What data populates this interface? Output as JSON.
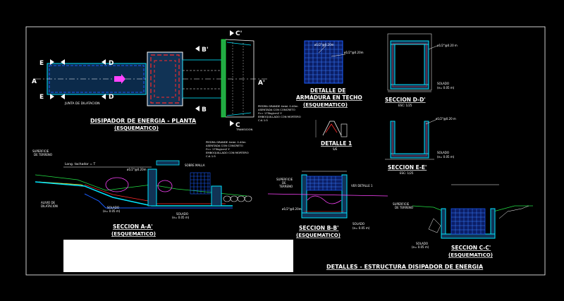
{
  "sheet": {
    "title": "DETALLES - ESTRUCTURA DISIPADOR DE ENERGIA"
  },
  "plan": {
    "title": "DISIPADOR DE ENERGIA - PLANTA",
    "subtitle": "(ESQUEMATICO)",
    "section_marks": [
      "E",
      "E",
      "D",
      "D",
      "A",
      "A'",
      "B",
      "B'",
      "C'",
      "C"
    ],
    "labels": {
      "channel": "JUNTA DE DILATACION",
      "notes": [
        "PIEDRA GRANDE 4mbl. 0.40m",
        "ASENTADA CON CONCRETO",
        "f'c= 175kg/cm2 Y",
        "EMBOQUILLADO CON MORTERO",
        "C:A 1:5"
      ],
      "bottom_mark": "TRANSICION"
    }
  },
  "section_aa": {
    "title": "SECCION A-A'",
    "subtitle": "(ESQUEMATICO)",
    "labels": {
      "surface": [
        "SUPERFICIE",
        "DE TERRENO"
      ],
      "long": "Long. tachador = T",
      "water": [
        "ALIVIO DE",
        "DILATACION"
      ],
      "rebar": "ø1/2\"@0.20m",
      "grid": "SOBRE MALLA",
      "solado1": [
        "SOLADO",
        "(e= 0.05 m)"
      ],
      "solado2": [
        "SOLADO",
        "(e= 0.05 m)"
      ],
      "notes": [
        "PIEDRA GRANDE 4mbl. 0.40m",
        "ASENTADA CON CONCRETO",
        "f'c= 175kg/cm2 Y",
        "EMBOQUILLADO CON MORTERO",
        "C:A 1:5"
      ]
    }
  },
  "armadura": {
    "title": "DETALLE DE",
    "title2": "ARMADURA EN TECHO",
    "subtitle": "(ESQUEMATICO)",
    "rebar1": "ø1/2\"@0.20m",
    "rebar2": "ø1/2\"@0.20m"
  },
  "detalle1": {
    "title": "DETALLE 1",
    "scale": "S/E"
  },
  "section_dd": {
    "title": "SECCION D-D'",
    "scale": "ESC: 1/25",
    "rebar": "ø1/2\"@0.20 m",
    "solado": [
      "SOLADO",
      "(e= 0.05 m)"
    ]
  },
  "section_ee": {
    "title": "SECCION E-E'",
    "scale": "ESC: 1/25",
    "rebar": "ø1/2\"@0.20 m",
    "solado": [
      "SOLADO",
      "(e= 0.05 m)"
    ]
  },
  "section_bb": {
    "title": "SECCION B-B'",
    "subtitle": "(ESQUEMATICO)",
    "surface": [
      "SUPERFICIE",
      "DE",
      "TERRENO"
    ],
    "ver": "VER DETALLE 1",
    "rebar": "ø1/2\"@0.20m",
    "solado": [
      "SOLADO",
      "(e= 0.05 m)"
    ]
  },
  "section_cc": {
    "title": "SECCION C-C'",
    "subtitle": "(ESQUEMATICO)",
    "surface": [
      "SUPERFICIE",
      "DE TERRENO"
    ],
    "solado": [
      "SOLADO",
      "(e= 0.05 m)"
    ]
  }
}
